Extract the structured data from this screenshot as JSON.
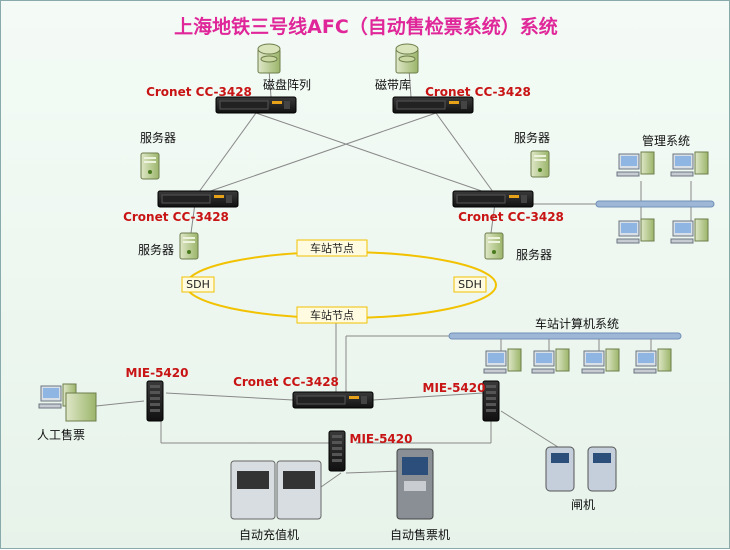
{
  "title": "上海地铁三号线AFC（自动售检票系统）系统",
  "labels": {
    "disk_array": "磁盘阵列",
    "tape_library": "磁带库",
    "server": "服务器",
    "management": "管理系统",
    "station_node": "车站节点",
    "sdh": "SDH",
    "station_computer": "车站计算机系统",
    "manual_ticket": "人工售票",
    "recharge": "自动充值机",
    "tvm": "自动售票机",
    "gate": "闸机"
  },
  "devices": {
    "cc3428": "Cronet CC-3428",
    "mie5420": "MIE-5420"
  },
  "colors": {
    "title": "#e0279a",
    "device_label": "#c81414",
    "ring": "#f2c200",
    "bus": "#9fb7d6"
  }
}
